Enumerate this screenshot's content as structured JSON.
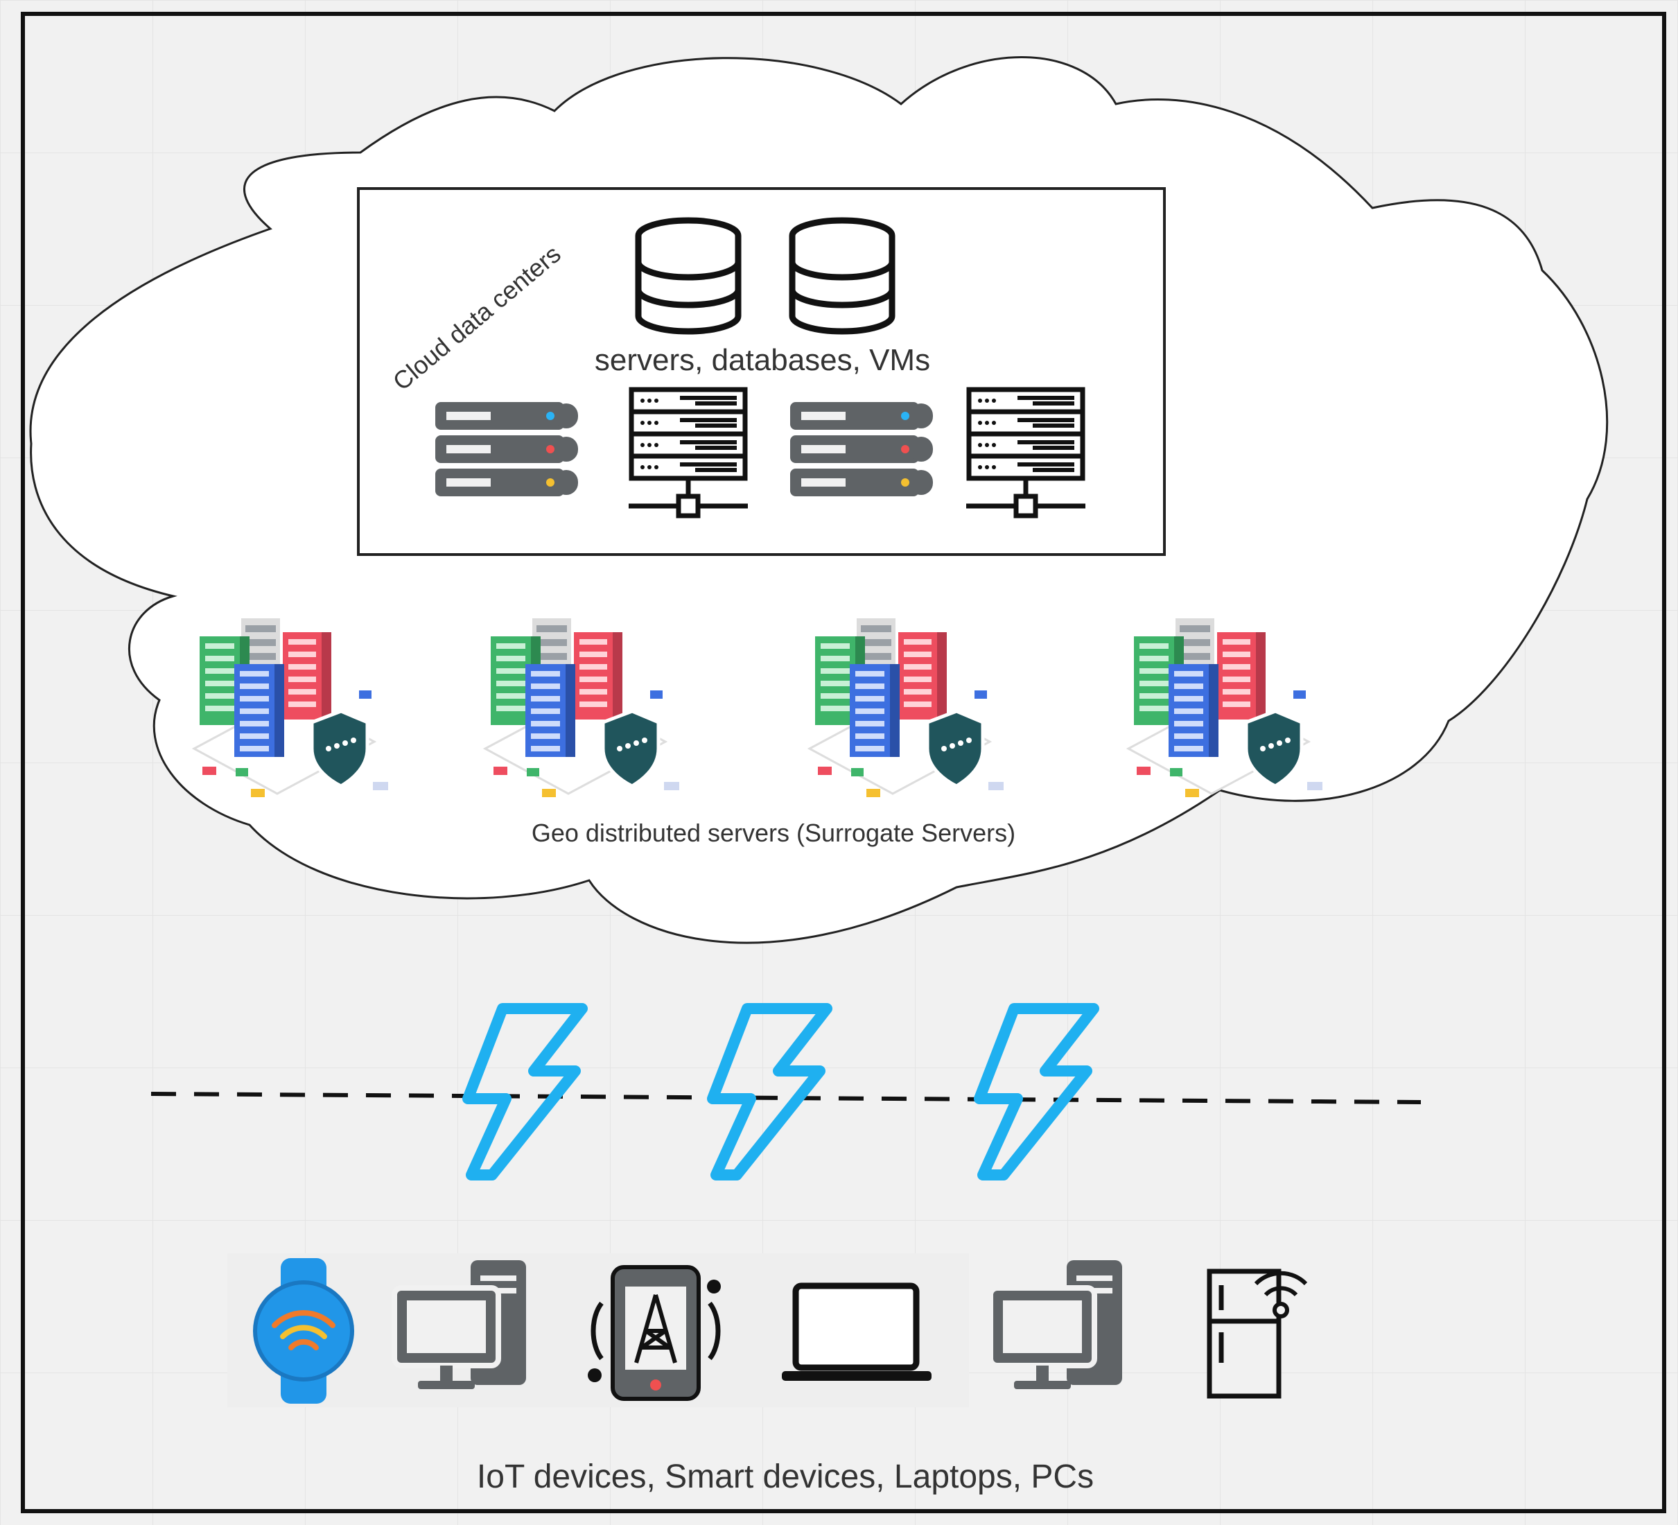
{
  "labels": {
    "cloud_datacenters": "Cloud data centers",
    "servers_dbs_vms": "servers, databases, VMs",
    "geo_servers": "Geo distributed servers (Surrogate Servers)",
    "devices": "IoT devices, Smart devices, Laptops, PCs"
  },
  "colors": {
    "background": "#f1f1f1",
    "outline": "#1a1a1a",
    "lightning": "#1fb0f0",
    "server_gray": "#5f6366",
    "led_blue": "#2ab3f5",
    "led_red": "#f05050",
    "led_yellow": "#f5c030",
    "rack_green": "#3fb56a",
    "rack_red": "#ee4d5f",
    "rack_blue": "#3d6fe0",
    "shield": "#20555c",
    "watch_blue": "#2196e8"
  },
  "icons": {
    "databases": [
      "database-icon",
      "database-icon"
    ],
    "servers": [
      "server-stack-icon",
      "network-server-icon",
      "server-stack-icon",
      "network-server-icon"
    ],
    "edge_servers": [
      "edge-server-cluster-icon",
      "edge-server-cluster-icon",
      "edge-server-cluster-icon",
      "edge-server-cluster-icon"
    ],
    "links": [
      "lightning-icon",
      "lightning-icon",
      "lightning-icon"
    ],
    "devices": [
      "smartwatch-icon",
      "desktop-pc-icon",
      "smartphone-icon",
      "laptop-icon",
      "desktop-pc-icon",
      "smart-fridge-icon"
    ]
  }
}
